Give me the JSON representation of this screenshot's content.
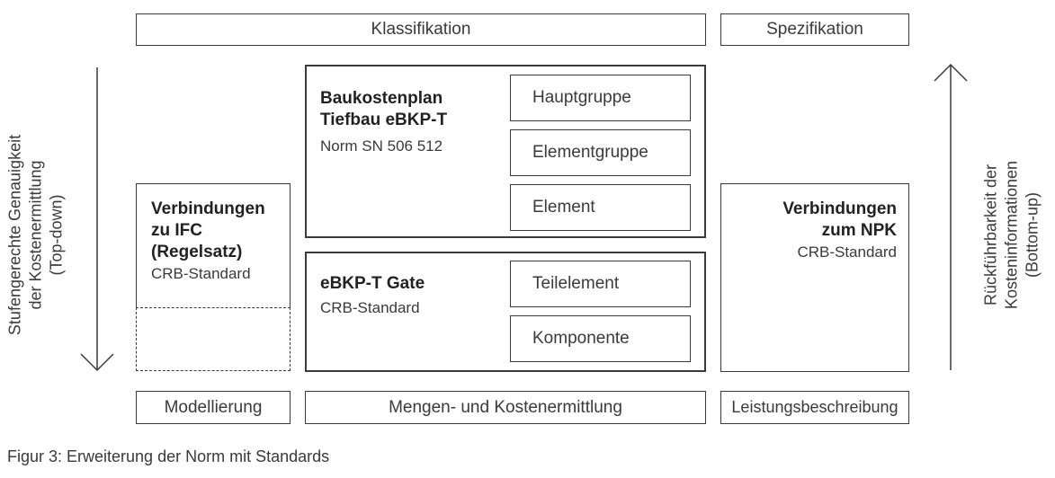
{
  "header": {
    "klassifikation": "Klassifikation",
    "spezifikation": "Spezifikation"
  },
  "left_axis": {
    "line1": "Stufengerechte Genauigkeit",
    "line2": "der Kostenermittlung",
    "line3": "(Top-down)"
  },
  "right_axis": {
    "line1": "Rückführbarkeit der",
    "line2": "Kosteninformationen",
    "line3": "(Bottom-up)"
  },
  "ifc_box": {
    "title_line1": "Verbindungen",
    "title_line2": "zu IFC",
    "title_line3": "(Regelsatz)",
    "subtitle": "CRB-Standard"
  },
  "baukosten_box": {
    "title_line1": "Baukostenplan",
    "title_line2": "Tiefbau eBKP-T",
    "subtitle": "Norm SN 506 512",
    "items": [
      "Hauptgruppe",
      "Elementgruppe",
      "Element"
    ]
  },
  "gate_box": {
    "title": "eBKP-T Gate",
    "subtitle": "CRB-Standard",
    "items": [
      "Teilelement",
      "Komponente"
    ]
  },
  "npk_box": {
    "title_line1": "Verbindungen",
    "title_line2": "zum NPK",
    "subtitle": "CRB-Standard"
  },
  "footer": {
    "modellierung": "Modellierung",
    "mengen": "Mengen- und Kostenermittlung",
    "leistung": "Leistungsbeschreibung"
  },
  "caption": "Figur 3: Erweiterung der Norm mit Standards"
}
